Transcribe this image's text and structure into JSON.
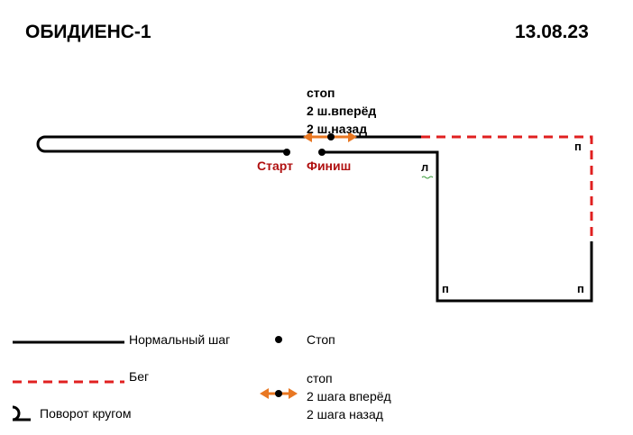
{
  "header": {
    "title": "ОБИДИЕНС-1",
    "date": "13.08.23"
  },
  "diagram": {
    "stop_note": [
      "стоп",
      "2 ш.вперёд",
      "2 ш.назад"
    ],
    "start_label": "Старт",
    "finish_label": "Финиш",
    "corner_left": "л",
    "corner_right_top": "п",
    "corner_right_bottom": "п",
    "corner_left_bottom": "п"
  },
  "legend": {
    "normal_step": "Нормальный шаг",
    "run": "Бег",
    "turn_around": "Поворот кругом",
    "stop": "Стоп",
    "stop_steps": [
      "стоп",
      "2 шага вперёд",
      "2 шага назад"
    ]
  },
  "colors": {
    "line": "#000000",
    "run_line": "#e02020",
    "arrow": "#e87722",
    "label_red": "#b01010"
  }
}
